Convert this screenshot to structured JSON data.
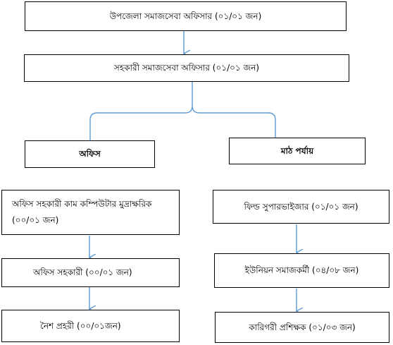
{
  "nodes": {
    "upazila_officer": "উপজেলা সমাজসেবা অফিসার (০১/০১ জন)",
    "assistant_officer": "সহকারী সমাজসেবা অফিসার (০১/০১ জন)",
    "office": "অফিস",
    "field_level": "মাঠ পর্যায়",
    "office_asst_computer_line1": "অফিস সহকারী কাম কম্পিউটার মুদ্রাক্ষরিক",
    "office_asst_computer_line2": "(০০/০১ জন)",
    "office_assistant": "অফিস সহকারী (০০/০১ জন)",
    "night_guard": "নৈশ প্রহরী  (০০/০১জন)",
    "field_supervisor": "ফিল্ড সুপারভাইজার (০১/০১ জন)",
    "union_social_worker": "ইউনিয়ন সমাজকর্মী (০৪/০৮ জন)",
    "technical_trainer": "কারিগরী প্রশিক্ষক (০১/০৩ জন)"
  },
  "colors": {
    "arrow": "#5b9bd5",
    "border": "#000000"
  }
}
